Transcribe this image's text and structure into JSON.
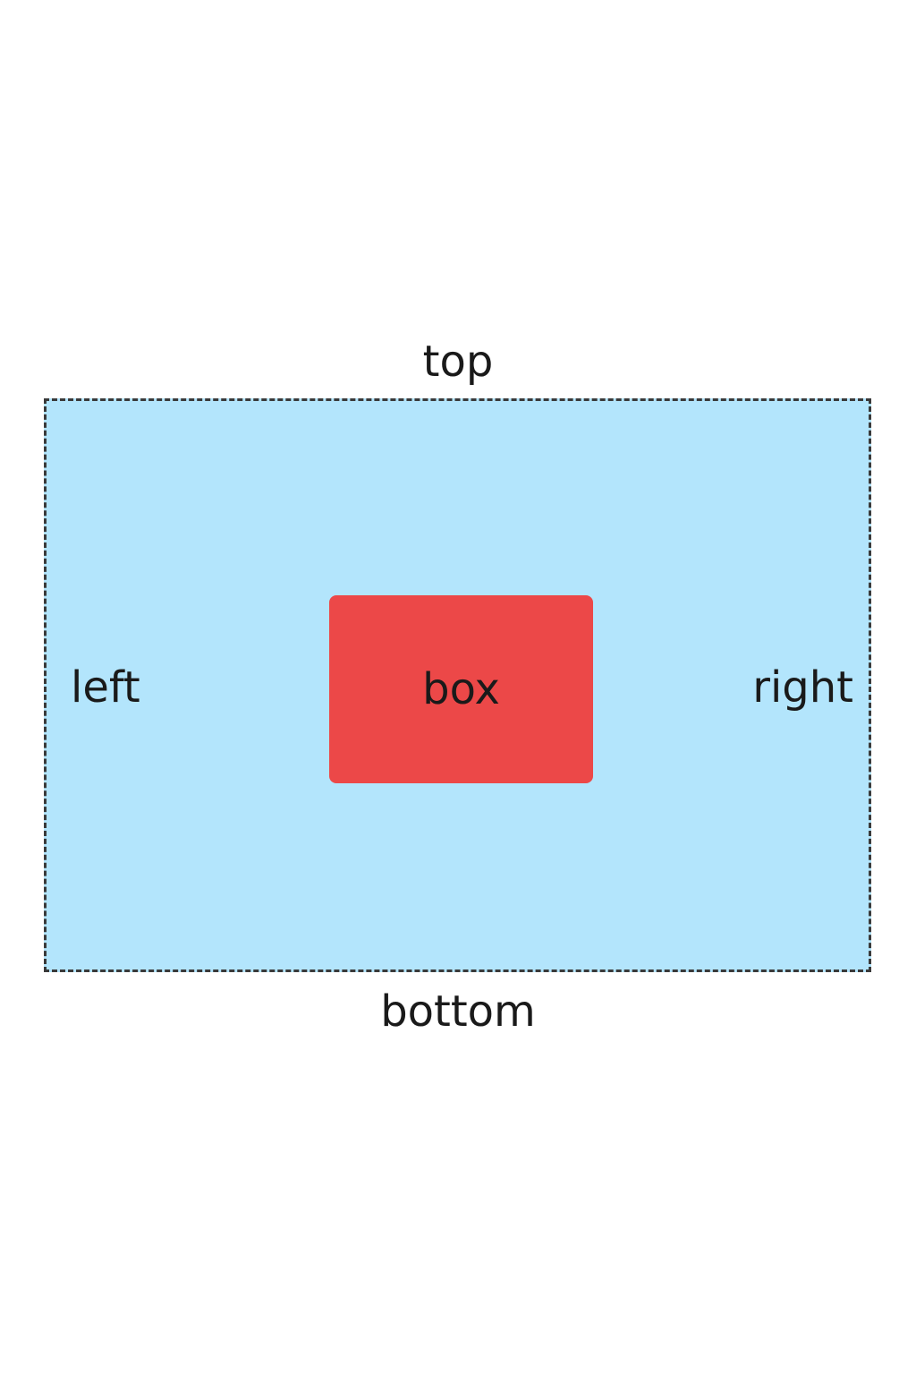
{
  "labels": {
    "top": "top",
    "bottom": "bottom",
    "left": "left",
    "right": "right",
    "box": "box"
  },
  "colors": {
    "container_fill": "#b3e5fc",
    "container_border": "#3a3a3a",
    "box_fill": "#ec4848",
    "text": "#1a1a1a"
  }
}
